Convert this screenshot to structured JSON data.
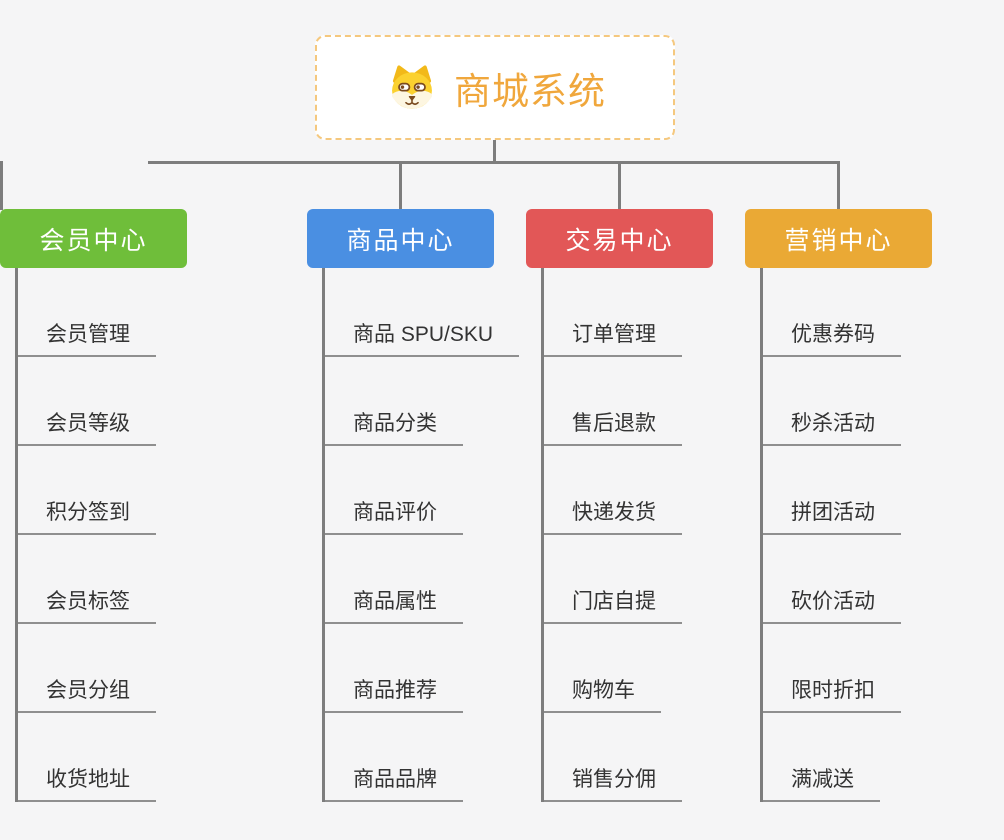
{
  "page": {
    "background": "#f5f5f6",
    "connector_color": "#7d7d7d"
  },
  "root": {
    "title": "商城系统",
    "title_color": "#f0a73c",
    "border_color": "#f5c87e",
    "icon": "shiba-dog-icon"
  },
  "branches": [
    {
      "label": "商品中心",
      "color": "#4a8fe2",
      "children": [
        "商品 SPU/SKU",
        "商品分类",
        "商品评价",
        "商品属性",
        "商品推荐",
        "商品品牌"
      ]
    },
    {
      "label": "交易中心",
      "color": "#e25757",
      "children": [
        "订单管理",
        "售后退款",
        "快递发货",
        "门店自提",
        "购物车",
        "销售分佣"
      ]
    },
    {
      "label": "营销中心",
      "color": "#eaa935",
      "children": [
        "优惠券码",
        "秒杀活动",
        "拼团活动",
        "砍价活动",
        "限时折扣",
        "满减送"
      ]
    },
    {
      "label": "会员中心",
      "color": "#6fbe3a",
      "children": [
        "会员管理",
        "会员等级",
        "积分签到",
        "会员标签",
        "会员分组",
        "收货地址"
      ]
    }
  ]
}
